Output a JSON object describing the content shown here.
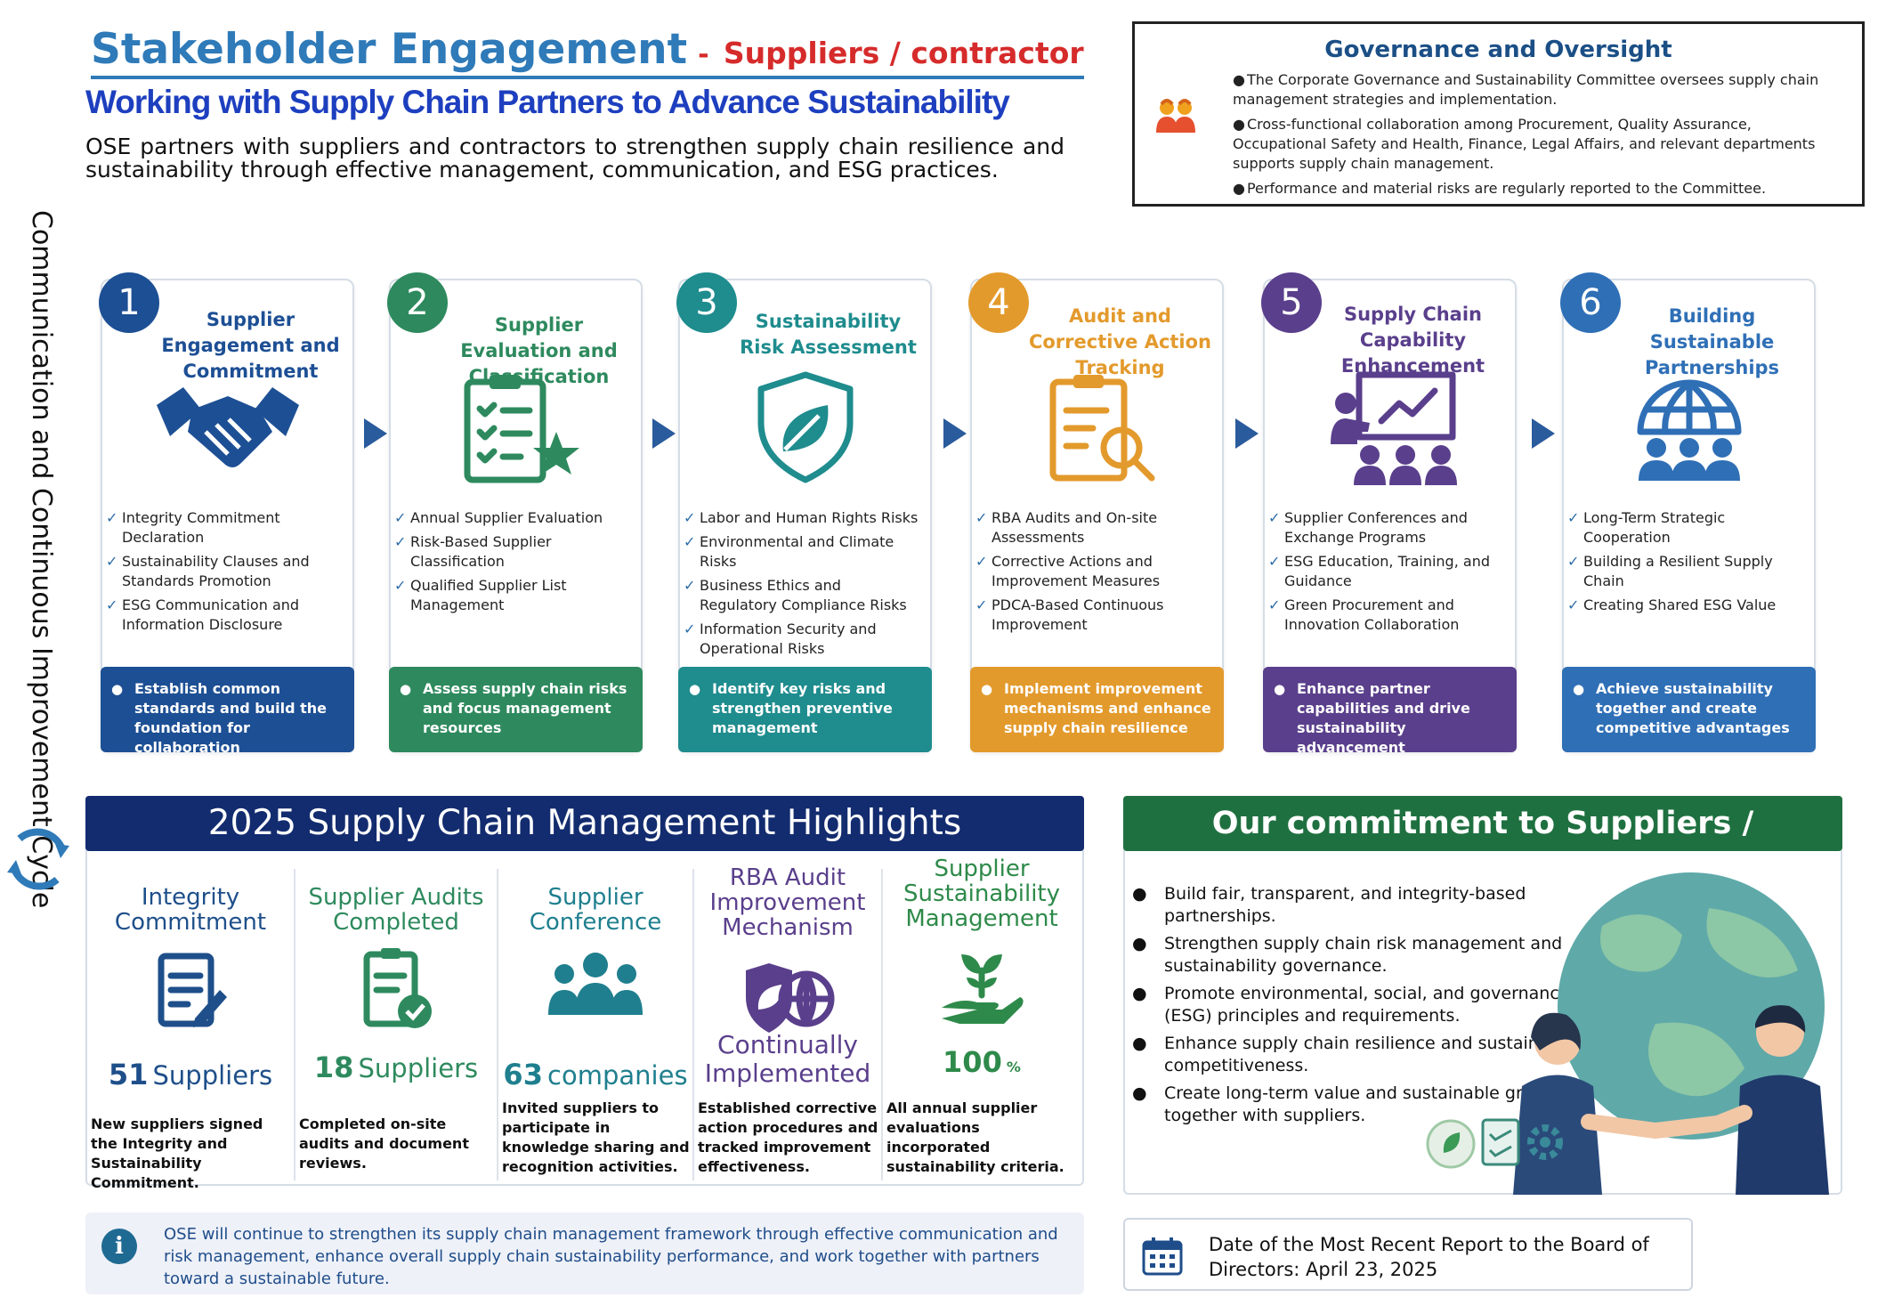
{
  "header": {
    "title": "Stakeholder Engagement",
    "title_dash": "-",
    "title_suffix": "Suppliers / contractor",
    "subtitle": "Working with Supply Chain Partners to Advance Sustainability",
    "intro": "OSE partners with suppliers and contractors to strengthen supply chain resilience and sustainability through effective management, communication, and ESG practices."
  },
  "governance": {
    "title": "Governance and Oversight",
    "icon": "people-icon",
    "items": [
      "The Corporate Governance and Sustainability Committee oversees supply chain management strategies and implementation.",
      "Cross-functional collaboration among Procurement, Quality Assurance, Occupational Safety and Health, Finance, Legal Affairs, and relevant departments supports supply chain management.",
      "Performance and material risks are regularly reported to the Committee."
    ]
  },
  "side_label": "Communication and Continuous Improvement Cycle",
  "steps": [
    {
      "number": "1",
      "title": "Supplier Engagement and Commitment",
      "color": "#1d4f94",
      "icon": "handshake-icon",
      "items": [
        "Integrity Commitment Declaration",
        "Sustainability Clauses and Standards Promotion",
        "ESG Communication and Information Disclosure"
      ],
      "footer": "Establish common standards and build the foundation for collaboration"
    },
    {
      "number": "2",
      "title": "Supplier Evaluation and Classification",
      "color": "#2e8a5e",
      "icon": "clipboard-star-icon",
      "items": [
        "Annual Supplier Evaluation",
        "Risk-Based Supplier Classification",
        "Qualified Supplier List Management"
      ],
      "footer": "Assess supply chain risks and focus management resources"
    },
    {
      "number": "3",
      "title": "Sustainability Risk Assessment",
      "color": "#1f8c8e",
      "icon": "shield-leaf-icon",
      "items": [
        "Labor and Human Rights Risks",
        "Environmental and Climate Risks",
        "Business Ethics and Regulatory Compliance Risks",
        "Information Security and Operational Risks"
      ],
      "footer": "Identify key risks and strengthen preventive management"
    },
    {
      "number": "4",
      "title": "Audit and Corrective Action Tracking",
      "color": "#e39a2c",
      "icon": "audit-magnifier-icon",
      "items": [
        "RBA Audits and On-site Assessments",
        "Corrective Actions and Improvement Measures",
        "PDCA-Based Continuous Improvement"
      ],
      "footer": "Implement improvement mechanisms and enhance supply chain resilience"
    },
    {
      "number": "5",
      "title": "Supply Chain Capability Enhancement",
      "color": "#5a3f8c",
      "icon": "presentation-icon",
      "items": [
        "Supplier Conferences and Exchange Programs",
        "ESG Education, Training, and Guidance",
        "Green Procurement and Innovation Collaboration"
      ],
      "footer": "Enhance partner capabilities and drive sustainability advancement"
    },
    {
      "number": "6",
      "title": "Building Sustainable Partnerships",
      "color": "#2f6fb6",
      "icon": "globe-people-icon",
      "items": [
        "Long-Term Strategic Cooperation",
        "Building a Resilient Supply Chain",
        "Creating Shared ESG Value"
      ],
      "footer": "Achieve sustainability together and create competitive advantages"
    }
  ],
  "highlights": {
    "title": "2025 Supply Chain Management Highlights",
    "items": [
      {
        "title": "Integrity Commitment",
        "color": "#1e4f8a",
        "icon": "document-pen-icon",
        "value": "51",
        "unit": "Suppliers",
        "desc": "New suppliers signed the Integrity and Sustainability Commitment."
      },
      {
        "title": "Supplier Audits Completed",
        "color": "#2e8a5e",
        "icon": "clipboard-check-icon",
        "value": "18",
        "unit": "Suppliers",
        "desc": "Completed on-site audits and document reviews."
      },
      {
        "title": "Supplier Conference",
        "color": "#1f7f8e",
        "icon": "group-icon",
        "value": "63",
        "unit": "companies",
        "desc": "Invited suppliers to participate in knowledge sharing and recognition activities."
      },
      {
        "title": "RBA Audit Improvement Mechanism",
        "color": "#5a3f8c",
        "icon": "shield-globe-icon",
        "value": "Continually Implemented",
        "unit": "",
        "desc": "Established corrective action procedures and tracked improvement effectiveness."
      },
      {
        "title": "Supplier Sustainability Management",
        "color": "#2e8a4a",
        "icon": "hand-plant-icon",
        "value": "100",
        "unit": "%",
        "desc": "All annual supplier evaluations incorporated sustainability criteria."
      }
    ]
  },
  "commitment": {
    "title": "Our commitment to Suppliers / contractor",
    "items": [
      "Build fair, transparent, and integrity-based partnerships.",
      "Strengthen supply chain risk management and sustainability governance.",
      "Promote environmental, social, and governance (ESG) principles and requirements.",
      "Enhance supply chain resilience and sustainable competitiveness.",
      "Create long-term value and sustainable growth together with suppliers."
    ]
  },
  "footer": {
    "note": "OSE will continue to strengthen its supply chain management framework through effective communication and risk management, enhance overall supply chain sustainability performance, and work together with partners toward a sustainable future.",
    "info_icon": "info-icon",
    "date_text": "Date of the Most Recent Report to the Board of Directors: April 23, 2025",
    "calendar_icon": "calendar-icon"
  }
}
